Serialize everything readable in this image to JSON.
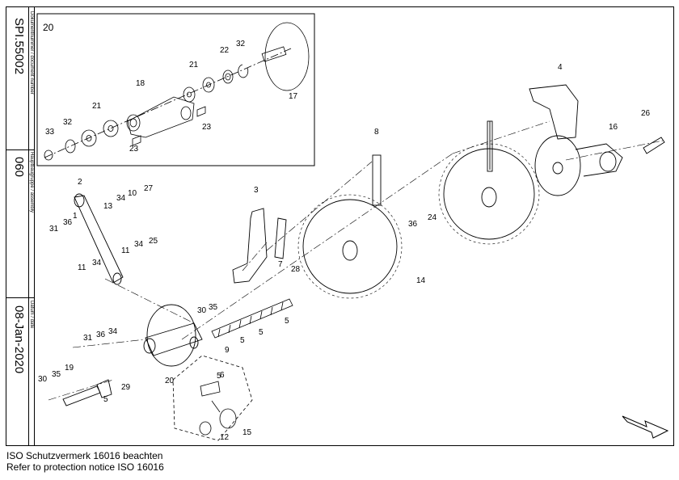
{
  "title_block": {
    "document_number_label": "Dokumentnummer / document number",
    "document_number": "SPI.55002",
    "assembly_label": "Hauptbaugruppe / assembly",
    "assembly": "060",
    "date_label": "Datum / date",
    "date": "08-Jan-2020"
  },
  "detail_box": {
    "label": "20"
  },
  "footer": {
    "line1": "ISO Schutzvermerk 16016 beachten",
    "line2": "Refer to protection notice ISO 16016"
  },
  "callouts": [
    "33",
    "32",
    "21",
    "18",
    "23",
    "21",
    "22",
    "32",
    "17",
    "23",
    "4",
    "26",
    "16",
    "8",
    "3",
    "2",
    "27",
    "13",
    "34",
    "10",
    "31",
    "36",
    "1",
    "34",
    "25",
    "11",
    "34",
    "11",
    "7",
    "28",
    "36",
    "24",
    "14",
    "30",
    "35",
    "9",
    "5",
    "5",
    "5",
    "5",
    "31",
    "36",
    "34",
    "30",
    "35",
    "19",
    "5",
    "29",
    "20",
    "6",
    "15",
    "12"
  ]
}
